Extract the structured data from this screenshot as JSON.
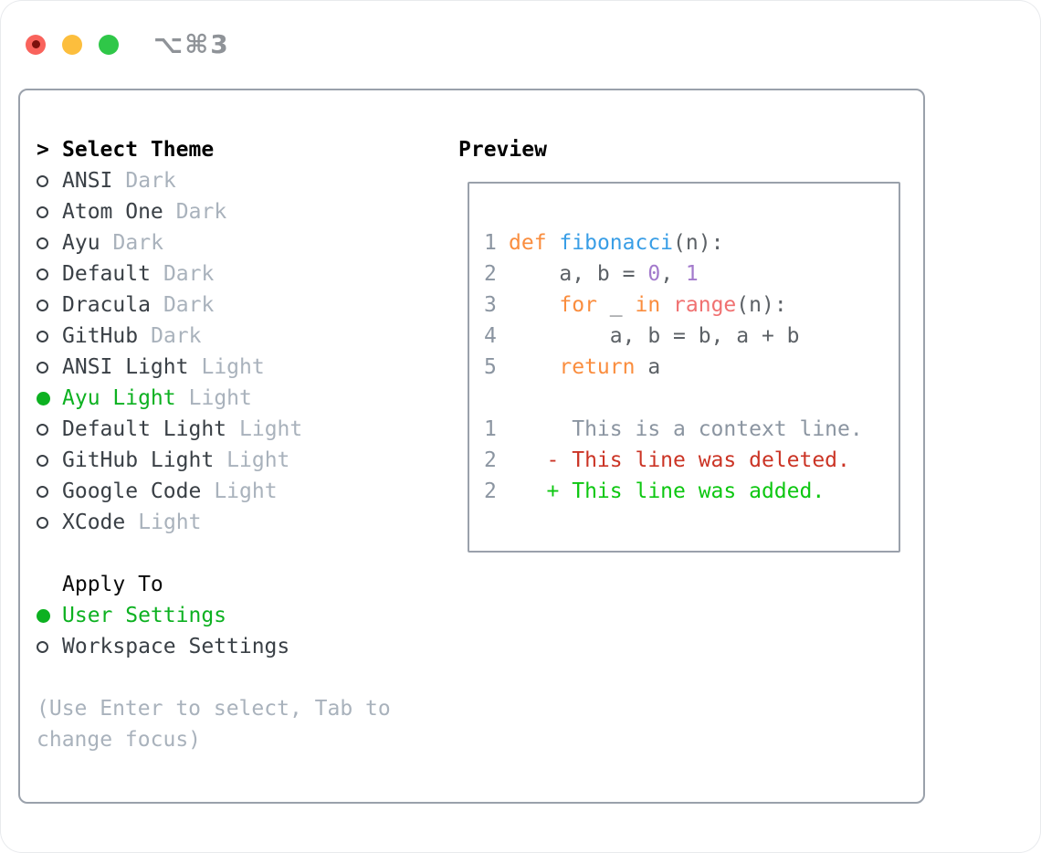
{
  "window": {
    "title": "⌥⌘3"
  },
  "colors": {
    "accent_green": "#0db121",
    "diff_added": "#0dc711",
    "diff_deleted": "#cb3425",
    "keyword_orange": "#fa8d3e",
    "function_blue": "#399ee6",
    "constant_purple": "#a37acc",
    "builtin_coral": "#f07171",
    "code_fg": "#5c6166",
    "line_number": "#8b95a1",
    "item_fg": "#3a4046",
    "muted": "#a9b2bc",
    "panel_border": "#9aa1ab",
    "title_fg": "#8f9398",
    "light_red": "#f9635c",
    "light_red_dot": "#7c100c",
    "light_yellow": "#fcbe3d",
    "light_green": "#2fc748"
  },
  "theme_panel": {
    "heading_prefix": ">",
    "heading": "Select Theme",
    "items": [
      {
        "name": "ANSI",
        "variant": "Dark",
        "selected": false
      },
      {
        "name": "Atom One",
        "variant": "Dark",
        "selected": false
      },
      {
        "name": "Ayu",
        "variant": "Dark",
        "selected": false
      },
      {
        "name": "Default",
        "variant": "Dark",
        "selected": false
      },
      {
        "name": "Dracula",
        "variant": "Dark",
        "selected": false
      },
      {
        "name": "GitHub",
        "variant": "Dark",
        "selected": false
      },
      {
        "name": "ANSI Light",
        "variant": "Light",
        "selected": false
      },
      {
        "name": "Ayu Light",
        "variant": "Light",
        "selected": true
      },
      {
        "name": "Default Light",
        "variant": "Light",
        "selected": false
      },
      {
        "name": "GitHub Light",
        "variant": "Light",
        "selected": false
      },
      {
        "name": "Google Code",
        "variant": "Light",
        "selected": false
      },
      {
        "name": "XCode",
        "variant": "Light",
        "selected": false
      }
    ],
    "apply_heading": "Apply To",
    "apply_items": [
      {
        "name": "User Settings",
        "selected": true
      },
      {
        "name": "Workspace Settings",
        "selected": false
      }
    ],
    "help": "(Use Enter to select, Tab to change focus)"
  },
  "preview": {
    "heading": "Preview",
    "lines": [
      {
        "num": "1",
        "segments": [
          {
            "text": "def",
            "color": "keyword"
          },
          {
            "text": " ",
            "color": "fg"
          },
          {
            "text": "fibonacci",
            "color": "function"
          },
          {
            "text": "(n):",
            "color": "fg"
          }
        ]
      },
      {
        "num": "2",
        "segments": [
          {
            "text": "    a, b = ",
            "color": "fg"
          },
          {
            "text": "0",
            "color": "constant"
          },
          {
            "text": ", ",
            "color": "fg"
          },
          {
            "text": "1",
            "color": "constant"
          }
        ]
      },
      {
        "num": "3",
        "segments": [
          {
            "text": "    ",
            "color": "fg"
          },
          {
            "text": "for",
            "color": "keyword"
          },
          {
            "text": " _ ",
            "color": "fg"
          },
          {
            "text": "in",
            "color": "keyword"
          },
          {
            "text": " ",
            "color": "fg"
          },
          {
            "text": "range",
            "color": "builtin"
          },
          {
            "text": "(n):",
            "color": "fg"
          }
        ]
      },
      {
        "num": "4",
        "segments": [
          {
            "text": "        a, b = b, a + b",
            "color": "fg"
          }
        ]
      },
      {
        "num": "5",
        "segments": [
          {
            "text": "    ",
            "color": "fg"
          },
          {
            "text": "return",
            "color": "keyword"
          },
          {
            "text": " a",
            "color": "fg"
          }
        ]
      },
      {
        "num": "",
        "segments": []
      },
      {
        "num": "1",
        "segments": [
          {
            "text": "     This is a context line.",
            "color": "context"
          }
        ]
      },
      {
        "num": "2",
        "segments": [
          {
            "text": "   - This line was deleted.",
            "color": "deleted"
          }
        ]
      },
      {
        "num": "2",
        "segments": [
          {
            "text": "   + This line was added.",
            "color": "added"
          }
        ]
      }
    ]
  }
}
